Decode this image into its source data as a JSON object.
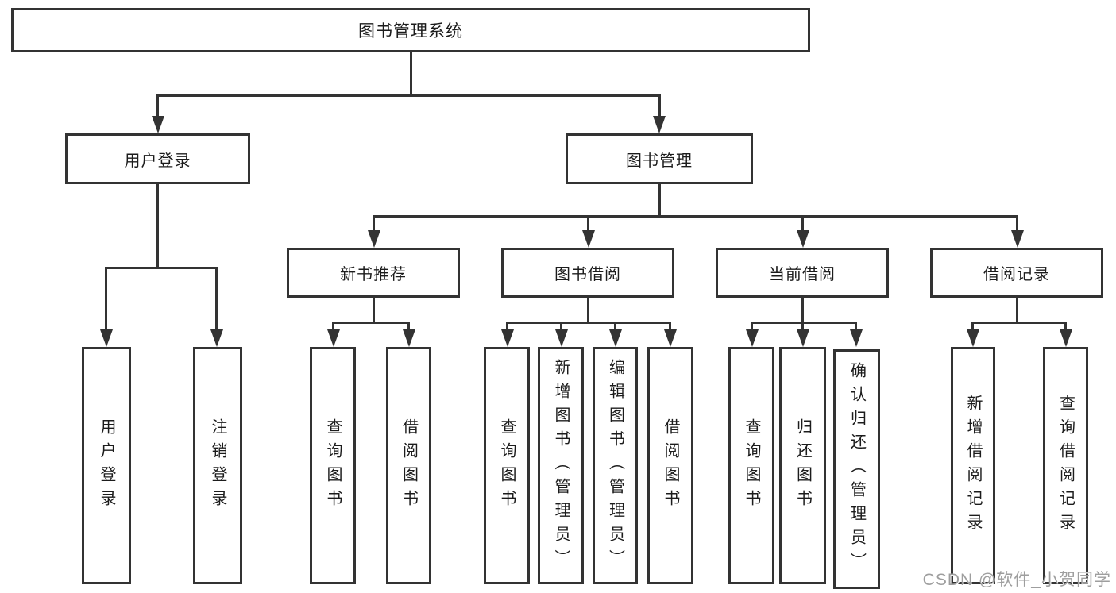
{
  "diagram": {
    "type": "hierarchy-tree",
    "watermark": "CSDN @软件_小贺同学",
    "colors": {
      "line": "#333333",
      "box_border": "#333333",
      "text": "#1c1c1c",
      "background": "#ffffff",
      "watermark": "#9e9e9e"
    },
    "root": {
      "label": "图书管理系统"
    },
    "branches": [
      {
        "label": "用户登录",
        "children": [
          {
            "label": "用户登录"
          },
          {
            "label": "注销登录"
          }
        ]
      },
      {
        "label": "图书管理",
        "children": [
          {
            "label": "新书推荐",
            "children": [
              {
                "label": "查询图书"
              },
              {
                "label": "借阅图书"
              }
            ]
          },
          {
            "label": "图书借阅",
            "children": [
              {
                "label": "查询图书"
              },
              {
                "label": "新增图书（管理员）"
              },
              {
                "label": "编辑图书（管理员）"
              },
              {
                "label": "借阅图书"
              }
            ]
          },
          {
            "label": "当前借阅",
            "children": [
              {
                "label": "查询图书"
              },
              {
                "label": "归还图书"
              },
              {
                "label": "确认归还（管理员）"
              }
            ]
          },
          {
            "label": "借阅记录",
            "children": [
              {
                "label": "新增借阅记录"
              },
              {
                "label": "查询借阅记录"
              }
            ]
          }
        ]
      }
    ]
  }
}
